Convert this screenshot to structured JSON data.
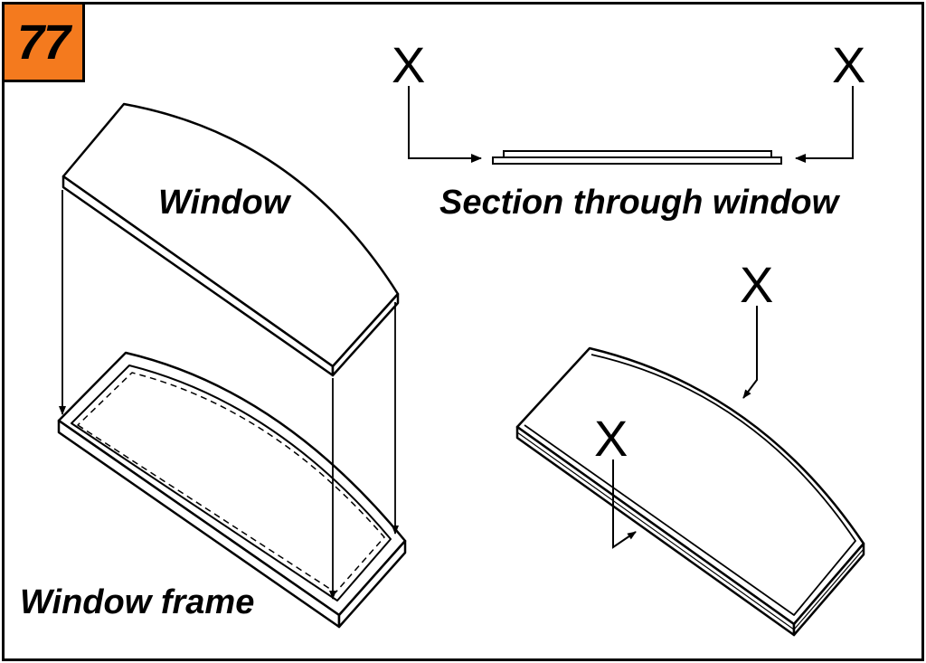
{
  "step": {
    "number": "77",
    "badge_color": "#f47a1e"
  },
  "labels": {
    "window": "Window",
    "section": "Section through window",
    "frame": "Window frame"
  },
  "section_marks": {
    "top_left": "X",
    "top_right": "X",
    "assembled_edge": "X",
    "assembled_front": "X"
  }
}
